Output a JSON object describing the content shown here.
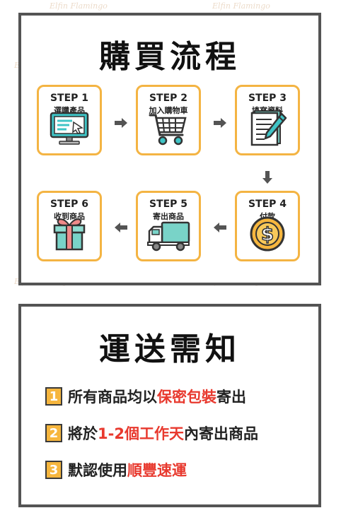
{
  "purchase": {
    "title": "購買流程",
    "steps": [
      {
        "num": "STEP 1",
        "name": "選購產品",
        "icon": "computer-screen-icon"
      },
      {
        "num": "STEP 2",
        "name": "加入購物車",
        "icon": "shopping-cart-icon"
      },
      {
        "num": "STEP 3",
        "name": "填寫資料",
        "icon": "form-pen-icon"
      },
      {
        "num": "STEP 4",
        "name": "付款",
        "icon": "dollar-coin-icon"
      },
      {
        "num": "STEP 5",
        "name": "寄出商品",
        "icon": "delivery-truck-icon"
      },
      {
        "num": "STEP 6",
        "name": "收到商品",
        "icon": "gift-box-icon"
      }
    ]
  },
  "shipping": {
    "title": "運送需知",
    "notes": [
      {
        "num": "1",
        "pre": "所有商品均以",
        "highlight": "保密包裝",
        "post": "寄出"
      },
      {
        "num": "2",
        "pre": "將於",
        "highlight": "1-2個工作天",
        "post": "內寄出商品"
      },
      {
        "num": "3",
        "pre": "默認使用",
        "highlight": "順豐速運",
        "post": ""
      }
    ]
  },
  "watermark": "Elfin Flamingo",
  "colors": {
    "border": "#545454",
    "step_border": "#f4b443",
    "number_fill": "#f6b63e",
    "highlight": "#e8392e"
  }
}
